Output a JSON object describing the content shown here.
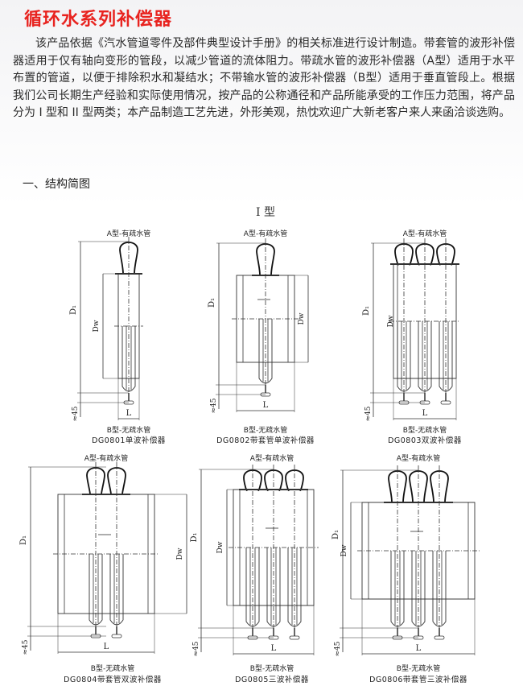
{
  "title": "循环水系列补偿器",
  "intro": "该产品依据《汽水管道零件及部件典型设计手册》的相关标准进行设计制造。带套管的波形补偿器适用于仅有轴向变形的管段，以减少管道的流体阻力。带疏水管的波形补偿器（A型）适用于水平布置的管道，以便于排除积水和凝结水；不带输水管的波形补偿器（B型）适用于垂直管段上。根据我们公司长期生产经验和实际使用情况，按产品的公称通径和产品所能承受的工作压力范围，将产品分为 I 型和 II 型两类；本产品制造工艺先进，外形美观，热忱欢迎广大新老客户来人来函洽谈选购。",
  "section_heading": "一、结构简图",
  "type_heading": "I 型",
  "dim_labels": {
    "d1": "D₁",
    "dw": "Dw",
    "l": "L",
    "approx45": "≈45"
  },
  "figures": [
    {
      "top_label": "A型-有疏水管",
      "bottom_label": "B型-无疏水管",
      "code": "DG0801单波补偿器"
    },
    {
      "top_label": "A型-有疏水管",
      "bottom_label": "B型-无疏水管",
      "code": "DG0802带套管单波补偿器"
    },
    {
      "top_label": "A型-有疏水管",
      "bottom_label": "B型-无疏水管",
      "code": "DG0803双波补偿器"
    },
    {
      "top_label": "A型-有疏水管",
      "bottom_label": "B型-无疏水管",
      "code": "DG0804带套管双波补偿器"
    },
    {
      "top_label": "A型-有疏水管",
      "bottom_label": "B型-无疏水管",
      "code": "DG0805三波补偿器"
    },
    {
      "top_label": "A型-有疏水管",
      "bottom_label": "B型-无疏水管",
      "code": "DG0806带套管三波补偿器"
    }
  ]
}
